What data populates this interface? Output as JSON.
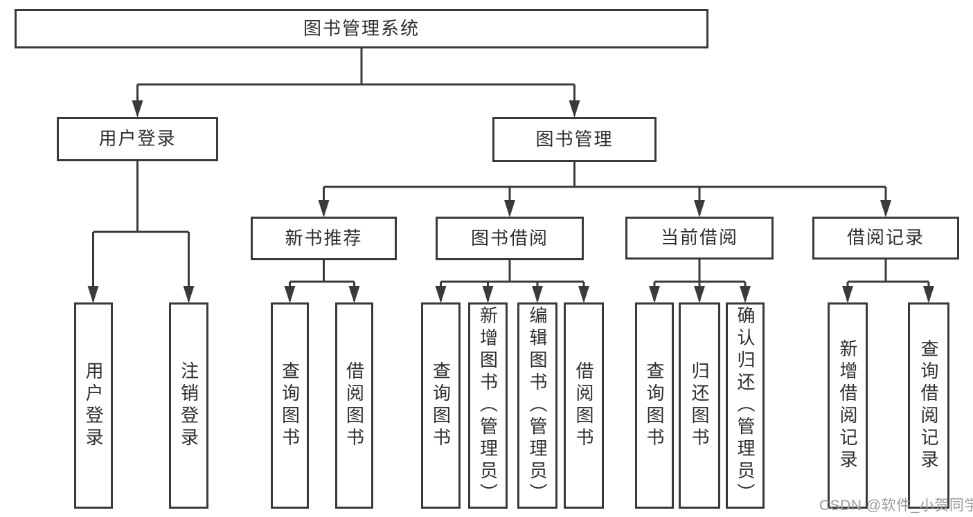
{
  "title": "图书管理系统",
  "watermark": "CSDN @软件_小贺同学",
  "colors": {
    "line": "#3a3a3a",
    "box_border": "#3a3a3a",
    "text": "#2e2e2e",
    "background": "#ffffff",
    "watermark": "#9b9b9e"
  },
  "nodes": {
    "root": "图书管理系统",
    "user_login": "用户登录",
    "book_management": "图书管理",
    "new_book_recommend": "新书推荐",
    "book_borrow": "图书借阅",
    "current_borrow": "当前借阅",
    "borrow_records": "借阅记录",
    "leaf_user_login": "用户登录",
    "leaf_logout": "注销登录",
    "leaf_nb_query_book": "查询图书",
    "leaf_nb_borrow_book": "借阅图书",
    "leaf_bb_query_book": "查询图书",
    "leaf_bb_add_book": "新增图书（管理员）",
    "leaf_bb_edit_book": "编辑图书（管理员）",
    "leaf_bb_borrow_book": "借阅图书",
    "leaf_cb_query_book": "查询图书",
    "leaf_cb_return_book": "归还图书",
    "leaf_cb_confirm_return": "确认归还（管理员）",
    "leaf_br_add_record": "新增借阅记录",
    "leaf_br_query_record": "查询借阅记录"
  },
  "hierarchy_note": {
    "root_children": "用户登录, 图书管理",
    "user_login_children": "用户登录, 注销登录",
    "book_management_children": "新书推荐, 图书借阅, 当前借阅, 借阅记录",
    "new_book_recommend_children": "查询图书, 借阅图书",
    "book_borrow_children": "查询图书, 新增图书（管理员）, 编辑图书（管理员）, 借阅图书",
    "current_borrow_children": "查询图书, 归还图书, 确认归还（管理员）",
    "borrow_records_children": "新增借阅记录, 查询借阅记录"
  }
}
